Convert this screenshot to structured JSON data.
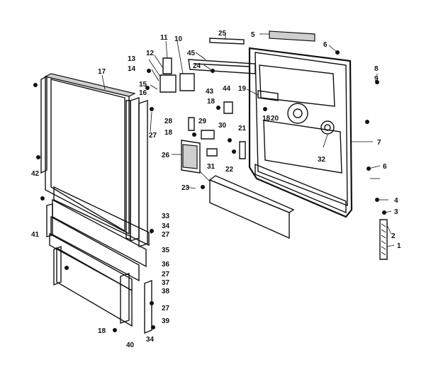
{
  "part_labels": [
    "1",
    "2",
    "3",
    "4",
    "5",
    "6",
    "7",
    "8",
    "9",
    "10",
    "11",
    "12",
    "13",
    "14",
    "15",
    "16",
    "17",
    "18",
    "19",
    "20",
    "21",
    "22",
    "23",
    "24",
    "25",
    "26",
    "27",
    "28",
    "29",
    "30",
    "31",
    "32",
    "33",
    "34",
    "35",
    "36",
    "37",
    "38",
    "39",
    "40",
    "41",
    "42",
    "43",
    "44",
    "45"
  ]
}
